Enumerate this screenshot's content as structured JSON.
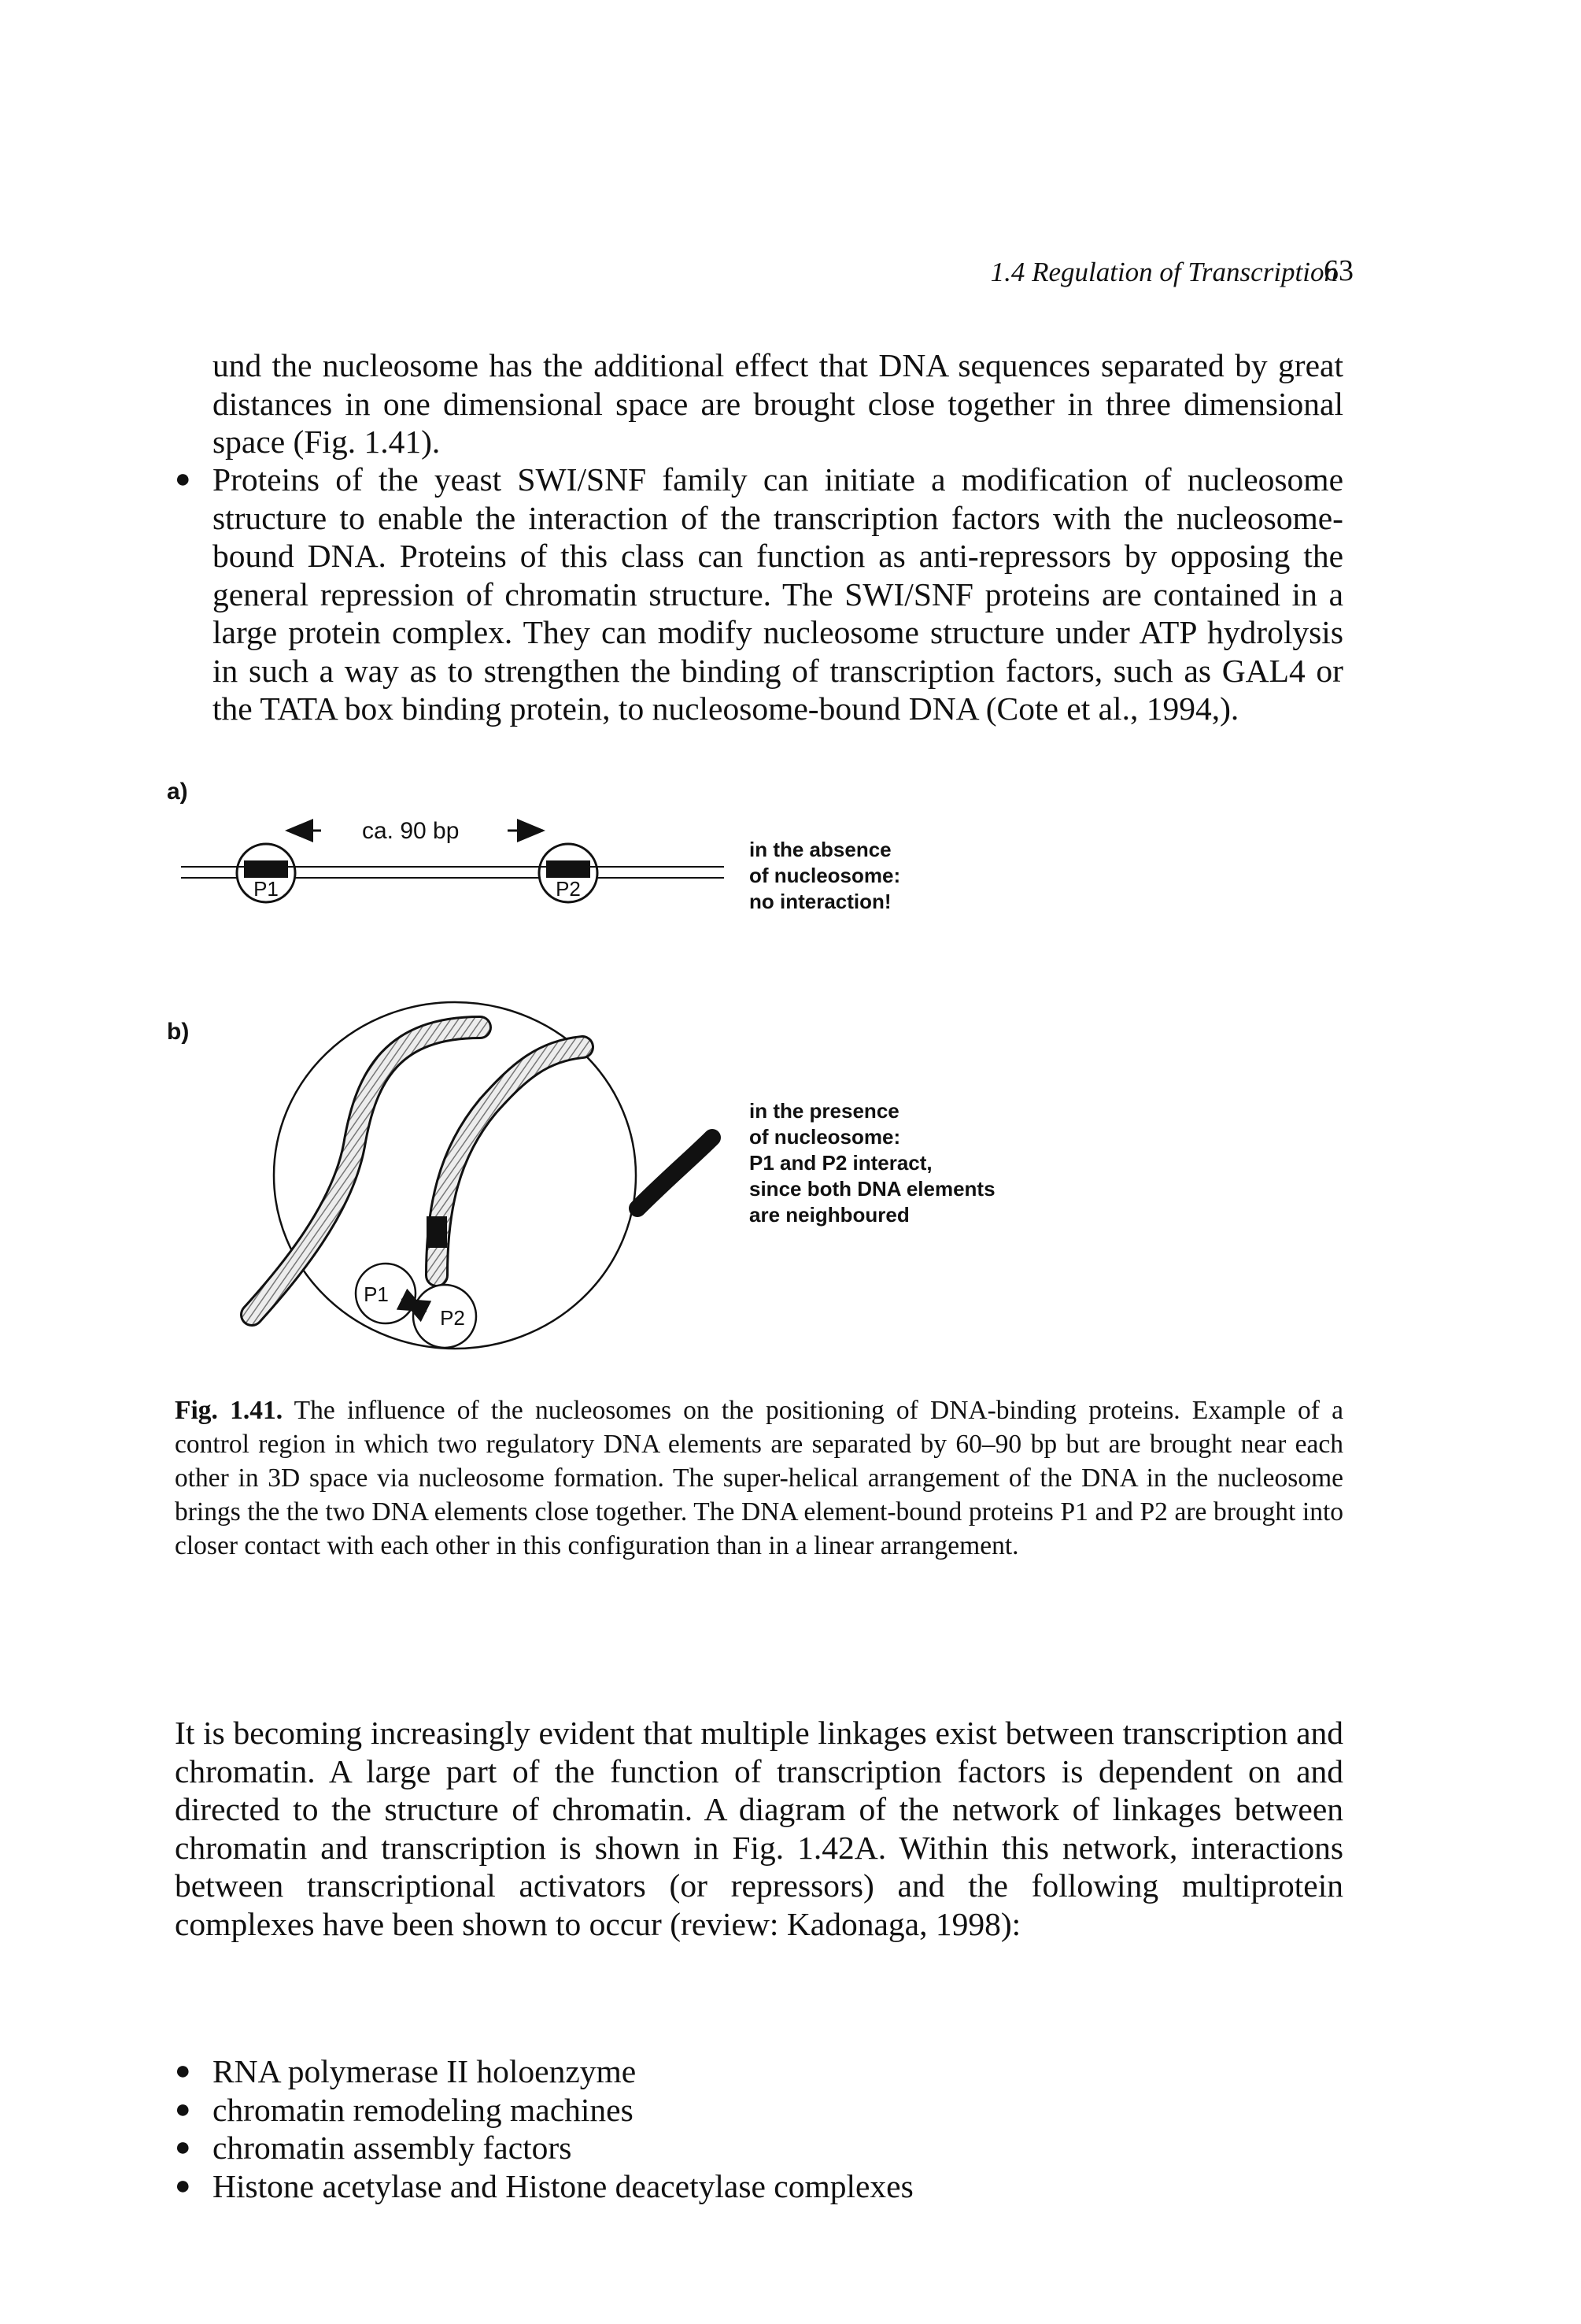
{
  "header": {
    "running_title": "1.4 Regulation of Transcription",
    "page_number": "63"
  },
  "paragraph_continued": "und the nucleosome has the additional effect that DNA sequences separated by great distances in one dimensional space are brought close together in three dimensional space (Fig. 1.41).",
  "bullet_paragraph": "Proteins of the yeast SWI/SNF family can initiate a modification of nucleosome structure to enable the interaction of the transcription factors with the nucleosome-bound DNA. Proteins of this class can function as anti-repressors by opposing the general repression of chromatin structure. The SWI/SNF proteins are contained in a large protein complex. They can modify nucleosome structure under ATP hydrolysis in such a way as to strengthen the binding of transcription factors, such as GAL4 or the TATA box binding protein, to nucleosome-bound DNA (Cote et al., 1994,).",
  "bullet_glyph": "●",
  "figure": {
    "panel_a": {
      "label": "a)",
      "distance": "ca. 90 bp",
      "p1": "P1",
      "p2": "P2",
      "note": [
        "in the absence",
        "of nucleosome:",
        "no interaction!"
      ]
    },
    "panel_b": {
      "label": "b)",
      "p1": "P1",
      "p2": "P2",
      "note": [
        "in the presence",
        "of nucleosome:",
        "P1 and P2 interact,",
        "since both DNA elements",
        "are neighboured"
      ]
    }
  },
  "caption": {
    "label": "Fig. 1.41.",
    "text": " The influence of the nucleosomes on the positioning of DNA-binding proteins. Example of a control region in which two regulatory DNA elements are separated by 60–90 bp but are brought near each other in 3D space via nucleosome formation. The super-helical arrangement of the DNA in the nucleosome brings the the two DNA elements close together. The DNA element-bound proteins P1 and P2 are brought into closer contact with each other in this configuration than in a linear arrangement."
  },
  "paragraph_2": "It is becoming increasingly evident that multiple linkages exist between transcription and chromatin. A large part of the function of transcription factors is dependent on and directed to the structure of chromatin. A diagram of the network of linkages between chromatin and transcription is shown in Fig. 1.42A. Within this network, interactions between transcriptional activators (or repressors) and the following multiprotein complexes have been shown to occur (review: Kadonaga, 1998):",
  "list_items": [
    "RNA polymerase II holoenzyme",
    "chromatin remodeling machines",
    "chromatin assembly factors",
    "Histone acetylase and Histone deacetylase complexes"
  ]
}
